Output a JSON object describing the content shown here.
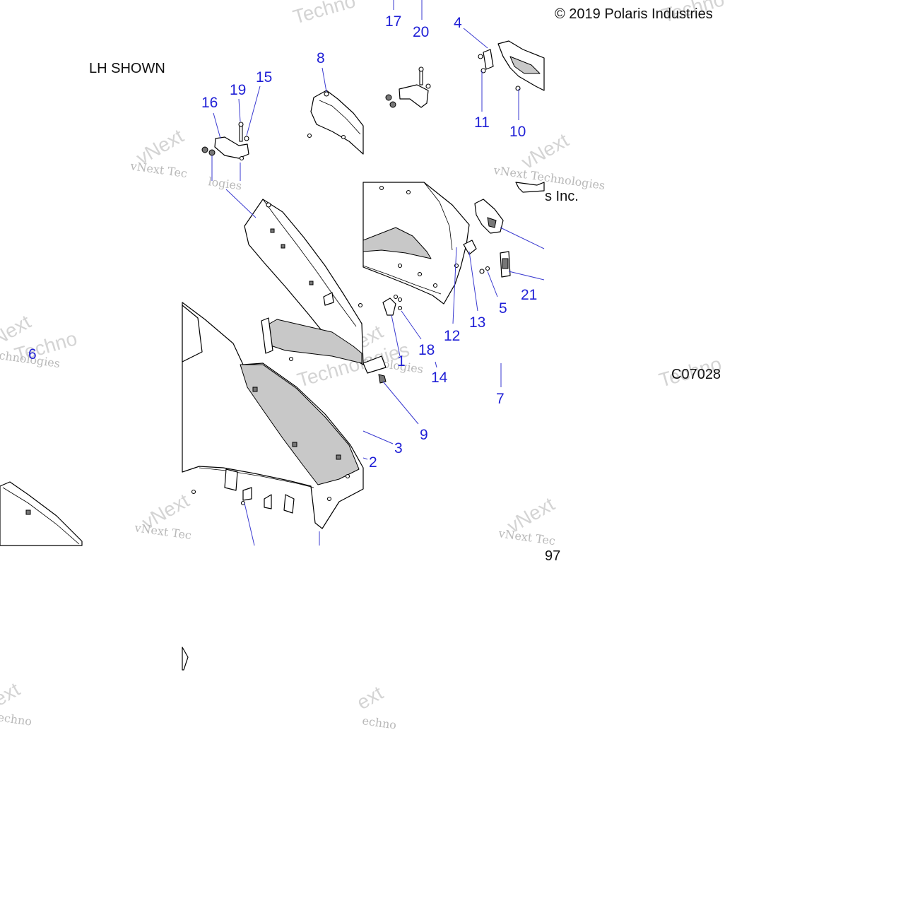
{
  "diagram": {
    "copyright": "© 2019 Polaris Industries",
    "copyright_fragment": "s Inc.",
    "view_note": "LH SHOWN",
    "figure_code": "C07028",
    "fragment_97": "97",
    "watermarks": {
      "vnext": "vNext",
      "technologies": "Technologies",
      "vnext_tec": "vNext Tec",
      "vnext_technologies": "vNext Technologies",
      "ext": "ext",
      "next": "Next",
      "chnologies": "chnologies",
      "echno": "echno",
      "logies": "logies",
      "techno": "Techno"
    },
    "callouts": [
      "17",
      "20",
      "4",
      "8",
      "19",
      "15",
      "16",
      "11",
      "10",
      "21",
      "5",
      "13",
      "12",
      "18",
      "14",
      "7",
      "9",
      "3",
      "2",
      "6",
      "1"
    ],
    "colors": {
      "callout": "#1f1fd6",
      "line": "#000000",
      "shade": "#c8c8c8",
      "watermark": "#b9b9b9"
    }
  }
}
